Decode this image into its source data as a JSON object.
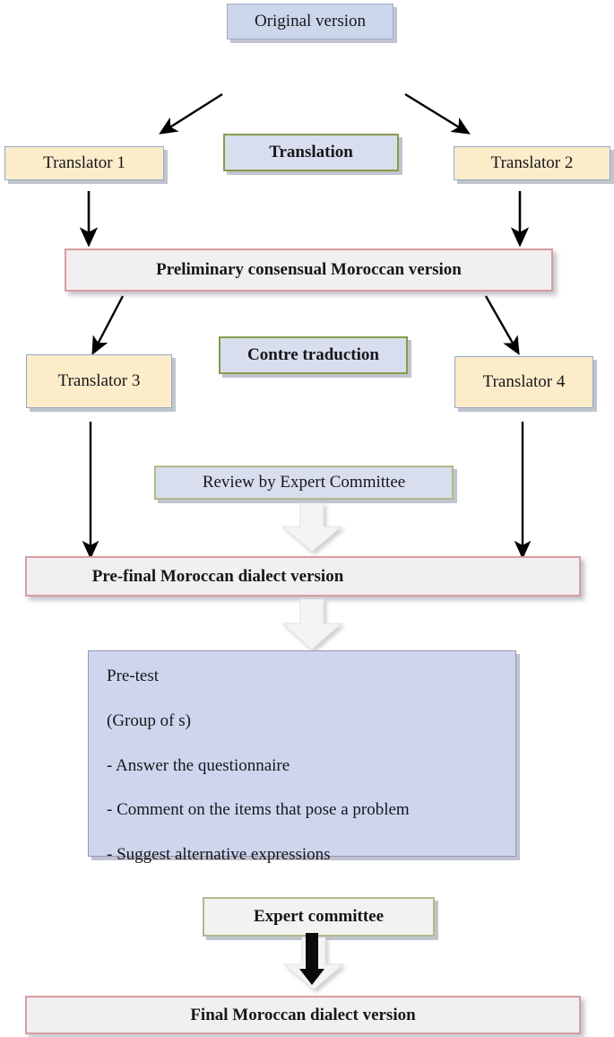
{
  "diagram": {
    "title": "Cross-cultural translation and adaptation flowchart",
    "nodes": {
      "original": "Original version",
      "translation_stage": "Translation",
      "translator1": "Translator 1",
      "translator2": "Translator 2",
      "preliminary": "Preliminary consensual Moroccan version",
      "back_translation_stage": "Contre traduction",
      "translator3": "Translator 3",
      "translator4": "Translator 4",
      "review_committee": "Review by Expert Committee",
      "prefinal": "Pre-final Moroccan dialect version",
      "pretest": {
        "line1": "Pre-test",
        "line2": "(Group of s)",
        "line3": "- Answer the questionnaire",
        "line4": "- Comment on the items that pose a problem",
        "line5": "- Suggest alternative expressions"
      },
      "expert_committee": "Expert committee",
      "final": "Final Moroccan dialect version"
    },
    "colors": {
      "blue_fill": "#ccd6ea",
      "blue_border": "#9aadc9",
      "cream_fill": "#fcecc9",
      "cream_border": "#93a7c4",
      "olive_border": "#879b4a",
      "olive_light_border": "#aebb8a",
      "olive_fill": "#d8deee",
      "white_fill": "#f2f2f0",
      "pink_border": "#d79ea0",
      "pink_fill": "#f1eff0",
      "lavender_fill": "#ced6ee",
      "lavender_border": "#9a93bb",
      "arrow_black": "#000000",
      "block_arrow_fill": "#f4f4f4",
      "block_arrow_border": "#d9d9d9"
    },
    "connectors": [
      {
        "name": "original-to-translator1",
        "type": "diagonal-arrow",
        "direction": "down-left"
      },
      {
        "name": "original-to-translator2",
        "type": "diagonal-arrow",
        "direction": "down-right"
      },
      {
        "name": "translator1-to-preliminary",
        "type": "vertical-arrow",
        "direction": "down"
      },
      {
        "name": "translator2-to-preliminary",
        "type": "vertical-arrow",
        "direction": "down"
      },
      {
        "name": "preliminary-to-translator3",
        "type": "diagonal-arrow",
        "direction": "down-left"
      },
      {
        "name": "preliminary-to-translator4",
        "type": "diagonal-arrow",
        "direction": "down-right"
      },
      {
        "name": "translator3-to-prefinal",
        "type": "vertical-arrow",
        "direction": "down"
      },
      {
        "name": "translator4-to-prefinal",
        "type": "vertical-arrow",
        "direction": "down"
      },
      {
        "name": "review-to-prefinal",
        "type": "block-arrow",
        "direction": "down"
      },
      {
        "name": "prefinal-to-pretest",
        "type": "block-arrow",
        "direction": "down"
      },
      {
        "name": "expert-committee-to-final",
        "type": "block-arrow-with-solid-arrow",
        "direction": "down"
      }
    ]
  }
}
